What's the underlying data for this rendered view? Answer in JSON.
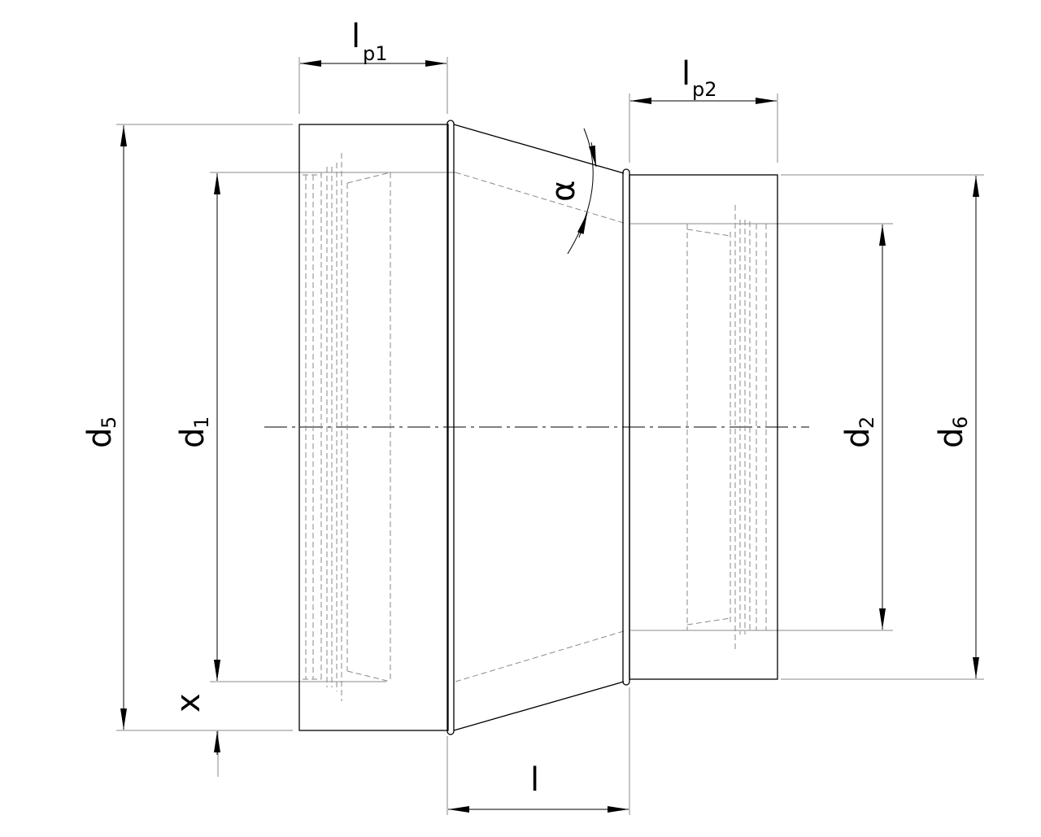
{
  "diagram": {
    "labels": {
      "lp1": {
        "main": "l",
        "sub": "p1"
      },
      "lp2": {
        "main": "l",
        "sub": "p2"
      },
      "d5": {
        "main": "d",
        "sub": "5"
      },
      "d1": {
        "main": "d",
        "sub": "1"
      },
      "d2": {
        "main": "d",
        "sub": "2"
      },
      "d6": {
        "main": "d",
        "sub": "6"
      },
      "x": "x",
      "l": "l",
      "alpha": "α"
    },
    "colors": {
      "line": "#000000",
      "dimension": "#555555",
      "hidden": "#777777"
    }
  }
}
